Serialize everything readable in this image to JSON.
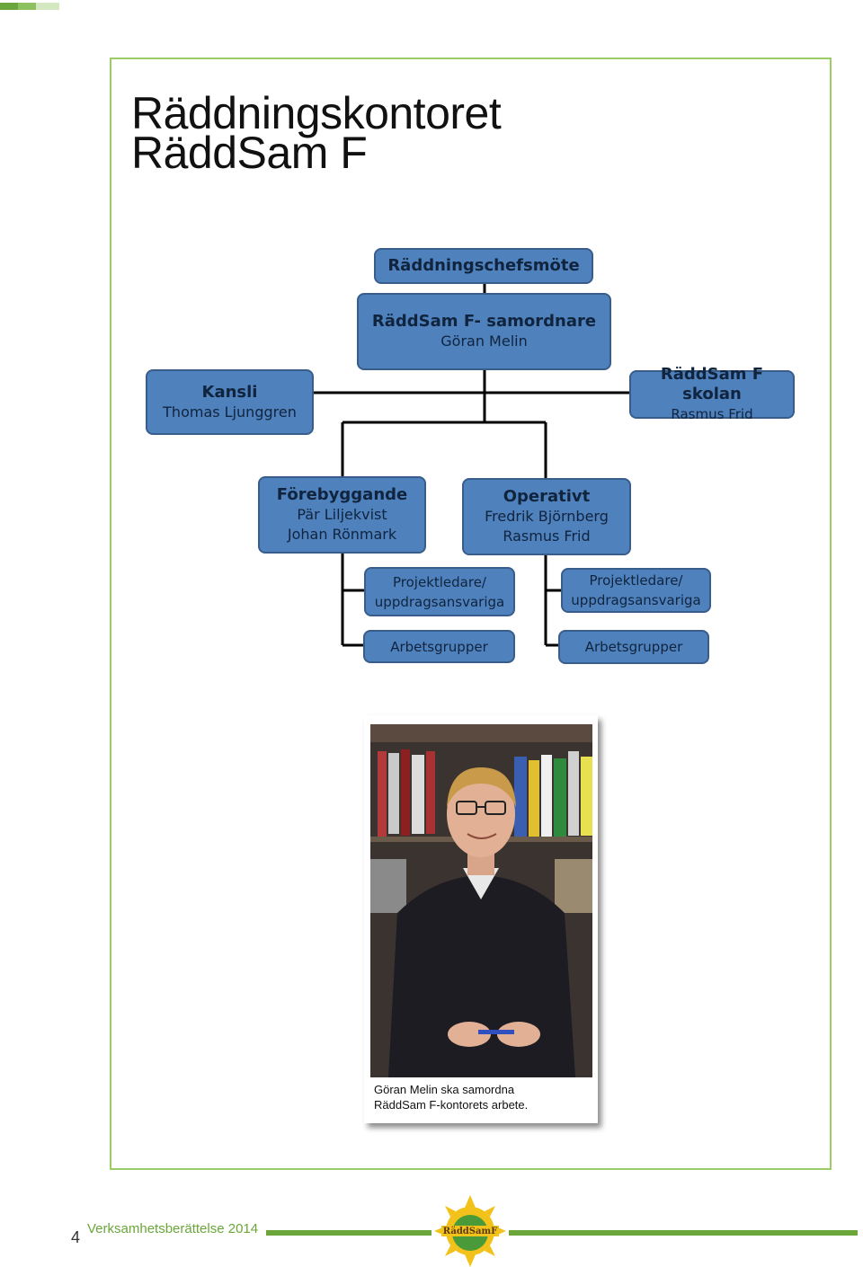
{
  "title": {
    "line1": "Räddningskontoret",
    "line2": "RäddSam F"
  },
  "org": {
    "chefsmote": {
      "title": "Räddningschefsmöte"
    },
    "samordnare": {
      "title": "RäddSam F- samordnare",
      "name": "Göran Melin"
    },
    "kansli": {
      "title": "Kansli",
      "name": "Thomas Ljunggren"
    },
    "skolan": {
      "title": "RäddSam F skolan",
      "name": "Rasmus Frid"
    },
    "forebyggande": {
      "title": "Förebyggande",
      "names": [
        "Pär Liljekvist",
        "Johan Rönmark"
      ]
    },
    "operativt": {
      "title": "Operativt",
      "names": [
        "Fredrik Björnberg",
        "Rasmus Frid"
      ]
    },
    "proj_left": {
      "lines": [
        "Projektledare/",
        "uppdragsansvariga"
      ]
    },
    "proj_right": {
      "lines": [
        "Projektledare/",
        "uppdragsansvariga"
      ]
    },
    "arb_left": {
      "title": "Arbetsgrupper"
    },
    "arb_right": {
      "title": "Arbetsgrupper"
    }
  },
  "photo": {
    "caption_lines": [
      "Göran Melin ska samordna",
      "RäddSam F-kontorets arbete."
    ]
  },
  "footer": {
    "page_number": "4",
    "publication": "Verksamhetsberättelse 2014",
    "logo_text": "RäddSamF"
  },
  "colors": {
    "box_fill": "#4f81bd",
    "box_border": "#385d8a",
    "frame_green": "#9ccc65",
    "footer_green": "#6aa63a"
  }
}
